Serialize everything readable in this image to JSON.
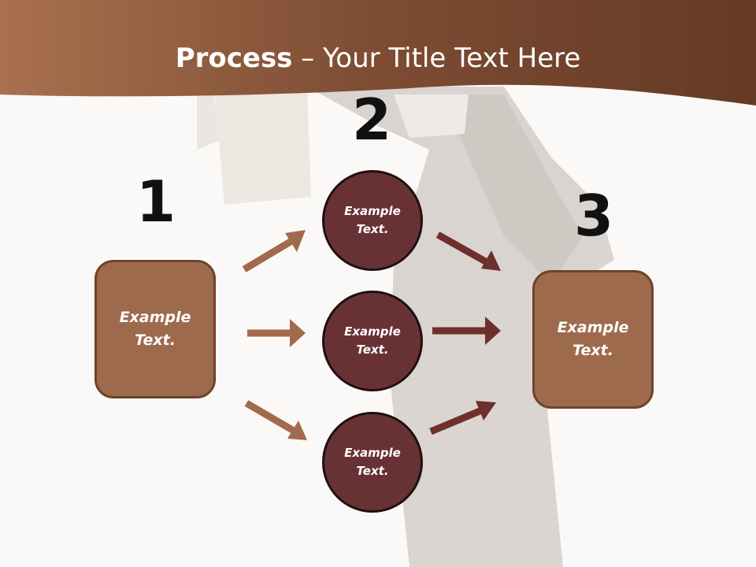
{
  "slide": {
    "title_bold": "Process",
    "title_rest": " – Your Title Text Here",
    "step_numbers": [
      "1",
      "2",
      "3"
    ],
    "left_box": "Example Text.",
    "right_box": "Example Text.",
    "circles": [
      "Example Text.",
      "Example Text.",
      "Example Text."
    ]
  },
  "colors": {
    "banner": "#7a4a31",
    "box_fill": "#9e6a4d",
    "box_border": "#6f4329",
    "circle_fill": "#683234",
    "circle_border": "#1e1010",
    "arrow_left": "#a26a4c",
    "arrow_right": "#6e2f2d"
  }
}
